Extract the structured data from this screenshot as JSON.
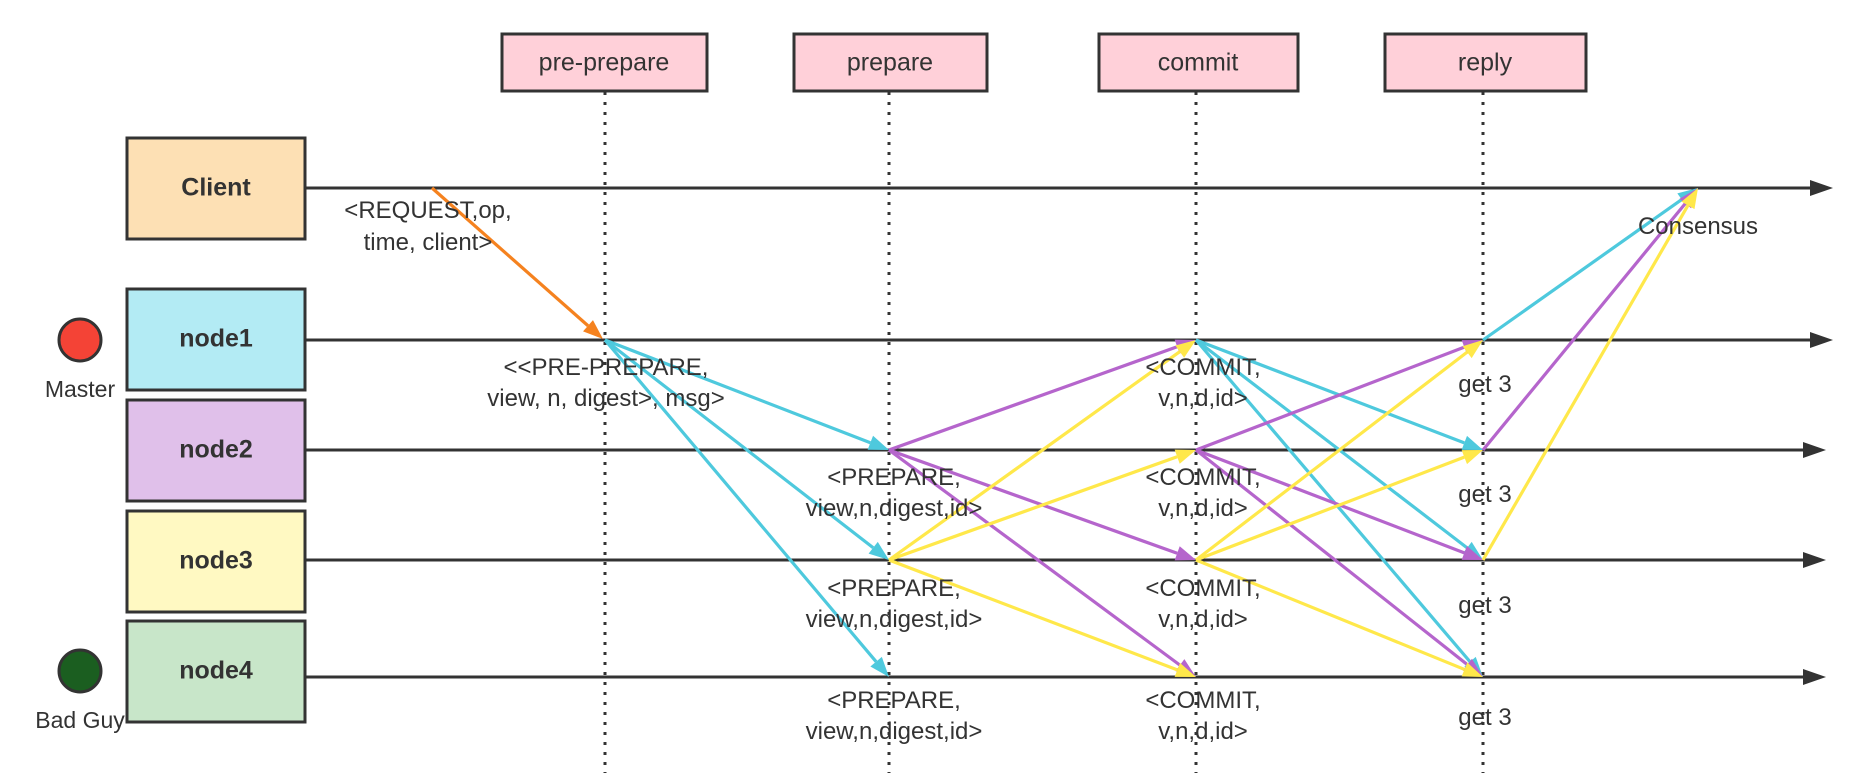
{
  "phases": [
    {
      "id": "pre-prepare",
      "label": "pre-prepare"
    },
    {
      "id": "prepare",
      "label": "prepare"
    },
    {
      "id": "commit",
      "label": "commit"
    },
    {
      "id": "reply",
      "label": "reply"
    }
  ],
  "nodes": [
    {
      "id": "client",
      "label": "Client",
      "color": "#fde0b4"
    },
    {
      "id": "node1",
      "label": "node1",
      "color": "#b3ebf4"
    },
    {
      "id": "node2",
      "label": "node2",
      "color": "#e0c0ea"
    },
    {
      "id": "node3",
      "label": "node3",
      "color": "#fff9c2"
    },
    {
      "id": "node4",
      "label": "node4",
      "color": "#c8e6c9"
    }
  ],
  "roles": {
    "master": {
      "label": "Master",
      "color": "#f44336"
    },
    "bad_guy": {
      "label": "Bad Guy",
      "color": "#1b5e20"
    }
  },
  "messages": {
    "request": {
      "line1": "<REQUEST,op,",
      "line2": "time, client>"
    },
    "pre_prepare": {
      "line1": "<<PRE-PREPARE,",
      "line2": "view, n, digest>, msg>"
    },
    "prepare_node2": {
      "line1": "<PREPARE,",
      "line2": "view,n,digest,id>"
    },
    "prepare_node3": {
      "line1": "<PREPARE,",
      "line2": "view,n,digest,id>"
    },
    "prepare_node4": {
      "line1": "<PREPARE,",
      "line2": "view,n,digest,id>"
    },
    "commit_node1": {
      "line1": "<COMMIT,",
      "line2": "v,n,d,id>"
    },
    "commit_node2": {
      "line1": "<COMMIT,",
      "line2": "v,n,d,id>"
    },
    "commit_node3": {
      "line1": "<COMMIT,",
      "line2": "v,n,d,id>"
    },
    "commit_node4": {
      "line1": "<COMMIT,",
      "line2": "v,n,d,id>"
    },
    "reply_node1": "get 3",
    "reply_node2": "get 3",
    "reply_node3": "get 3",
    "reply_node4": "get 3",
    "consensus": "Consensus"
  },
  "colors": {
    "request": "#f5821f",
    "node1": "#4ec9dd",
    "node2": "#b565cc",
    "node3": "#ffe84a"
  }
}
